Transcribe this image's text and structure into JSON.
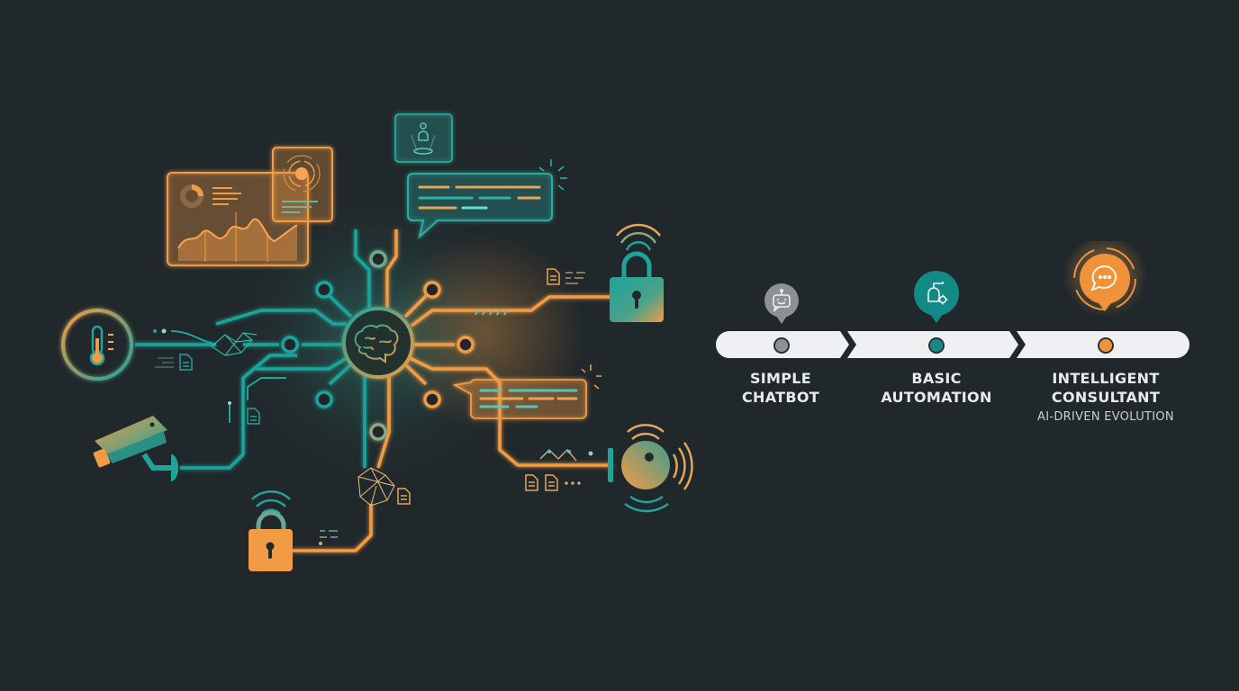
{
  "diagram": {
    "title": "AI-driven system hub",
    "hub": {
      "icon": "brain-icon"
    },
    "peripherals": [
      {
        "name": "analytics-dashboard",
        "icon": "chart-icon"
      },
      {
        "name": "user-profile-card",
        "icon": "user-icon"
      },
      {
        "name": "chat-message-top",
        "icon": "chat-bubble-icon"
      },
      {
        "name": "chat-message-right",
        "icon": "chat-bubble-icon"
      },
      {
        "name": "thermometer-sensor",
        "icon": "thermometer-icon"
      },
      {
        "name": "security-camera",
        "icon": "camera-icon"
      },
      {
        "name": "wireless-lock-right",
        "icon": "lock-icon"
      },
      {
        "name": "wireless-lock-bottom",
        "icon": "lock-icon"
      },
      {
        "name": "speaker-sensor",
        "icon": "speaker-icon"
      }
    ]
  },
  "timeline": {
    "stages": [
      {
        "label_line1": "SIMPLE",
        "label_line2": "CHATBOT",
        "icon": "chatbot-icon",
        "color": "#8e9194"
      },
      {
        "label_line1": "BASIC",
        "label_line2": "AUTOMATION",
        "icon": "automation-icon",
        "color": "#138a86"
      },
      {
        "label_line1": "INTELLIGENT",
        "label_line2": "CONSULTANT",
        "icon": "chat-dots-icon",
        "color": "#f0923a"
      }
    ],
    "caption": "AI-DRIVEN EVOLUTION"
  },
  "colors": {
    "background": "#21282b",
    "teal": "#1fa39a",
    "orange": "#f29b45",
    "gray": "#8e9194"
  }
}
